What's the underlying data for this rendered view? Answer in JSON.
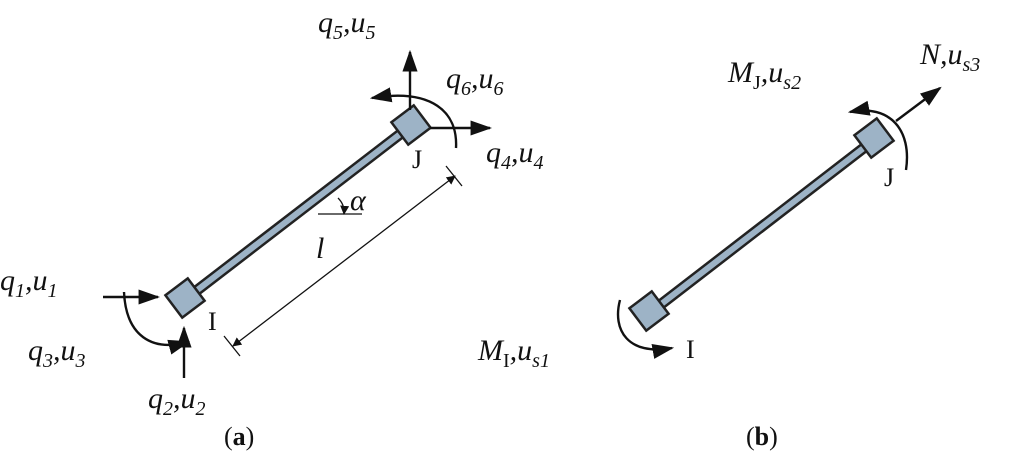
{
  "panel_a": {
    "caption": "a",
    "node_i": "I",
    "node_j": "J",
    "length": "l",
    "angle": "α",
    "q1": {
      "q": "q",
      "qs": "1",
      "u": "u",
      "us": "1"
    },
    "q2": {
      "q": "q",
      "qs": "2",
      "u": "u",
      "us": "2"
    },
    "q3": {
      "q": "q",
      "qs": "3",
      "u": "u",
      "us": "3"
    },
    "q4": {
      "q": "q",
      "qs": "4",
      "u": "u",
      "us": "4"
    },
    "q5": {
      "q": "q",
      "qs": "5",
      "u": "u",
      "us": "5"
    },
    "q6": {
      "q": "q",
      "qs": "6",
      "u": "u",
      "us": "6"
    }
  },
  "panel_b": {
    "caption": "b",
    "node_i": "I",
    "node_j": "J",
    "mi": {
      "m": "M",
      "ms": "I",
      "u": "u",
      "us": "s1"
    },
    "mj": {
      "m": "M",
      "ms": "J",
      "u": "u",
      "us": "s2"
    },
    "n": {
      "n": "N",
      "u": "u",
      "us": "s3"
    }
  },
  "colors": {
    "member": "#9db3c6",
    "stroke": "#111111"
  }
}
